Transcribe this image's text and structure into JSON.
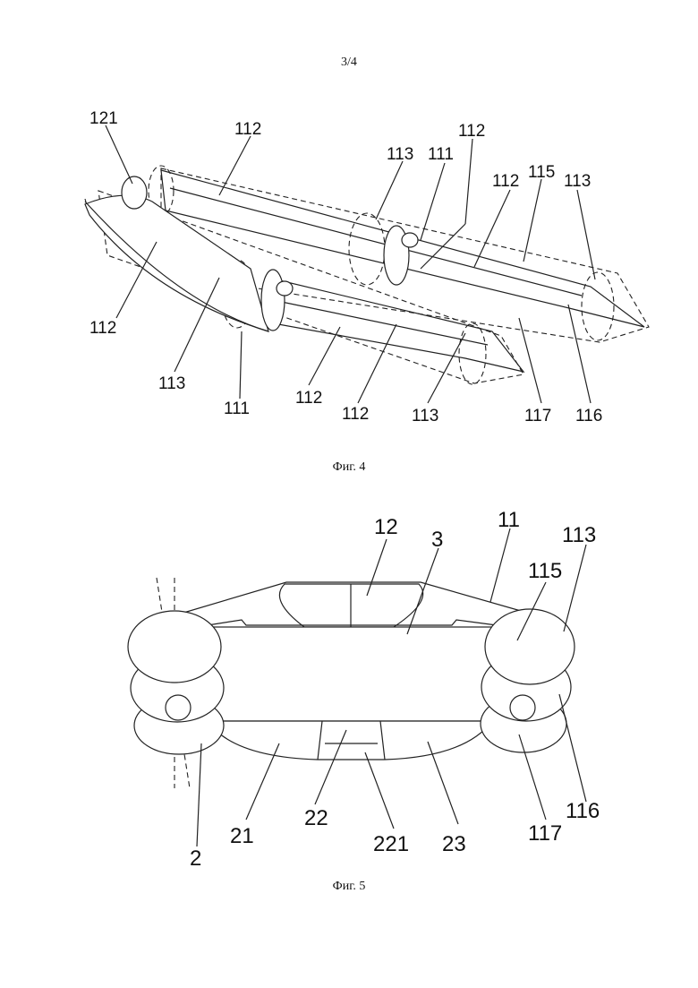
{
  "page_number": "3/4",
  "figure4": {
    "caption": "Фиг. 4",
    "labels": [
      "121",
      "112",
      "113",
      "111",
      "112",
      "112",
      "115",
      "113",
      "112",
      "113",
      "111",
      "112",
      "112",
      "113",
      "117",
      "116"
    ]
  },
  "figure5": {
    "caption": "Фиг. 5",
    "labels": [
      "12",
      "3",
      "11",
      "113",
      "115",
      "116",
      "117",
      "2",
      "21",
      "22",
      "221",
      "23"
    ]
  }
}
